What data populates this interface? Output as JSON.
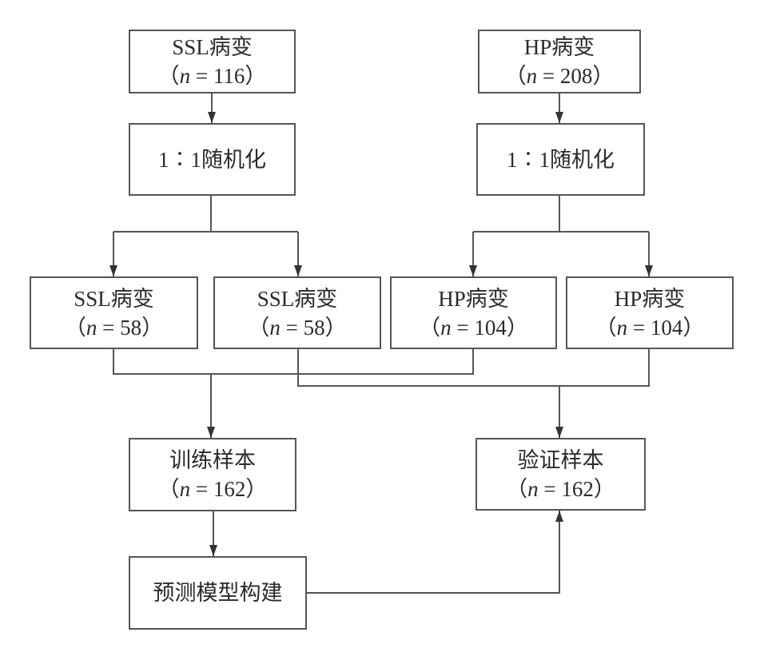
{
  "diagram": {
    "type": "flowchart",
    "nodes": {
      "ssl_total": {
        "label": "SSL病变",
        "n": "116"
      },
      "ssl_random": {
        "label": "1∶1随机化"
      },
      "hp_total": {
        "label": "HP病变",
        "n": "208"
      },
      "hp_random": {
        "label": "1∶1随机化"
      },
      "ssl_a": {
        "label": "SSL病变",
        "n": "58"
      },
      "ssl_b": {
        "label": "SSL病变",
        "n": "58"
      },
      "hp_a": {
        "label": "HP病变",
        "n": "104"
      },
      "hp_b": {
        "label": "HP病变",
        "n": "104"
      },
      "train": {
        "label": "训练样本",
        "n": "162"
      },
      "valid": {
        "label": "验证样本",
        "n": "162"
      },
      "model": {
        "label": "预测模型构建"
      }
    },
    "n_prefix": "（",
    "n_var": "n",
    "n_eq": " = ",
    "n_suffix": "）",
    "edges": [
      [
        "ssl_total",
        "ssl_random"
      ],
      [
        "ssl_random",
        "ssl_a"
      ],
      [
        "ssl_random",
        "ssl_b"
      ],
      [
        "hp_total",
        "hp_random"
      ],
      [
        "hp_random",
        "hp_a"
      ],
      [
        "hp_random",
        "hp_b"
      ],
      [
        "ssl_a",
        "train"
      ],
      [
        "hp_a",
        "train"
      ],
      [
        "ssl_b",
        "valid"
      ],
      [
        "hp_b",
        "valid"
      ],
      [
        "train",
        "model"
      ],
      [
        "model",
        "valid"
      ]
    ]
  }
}
